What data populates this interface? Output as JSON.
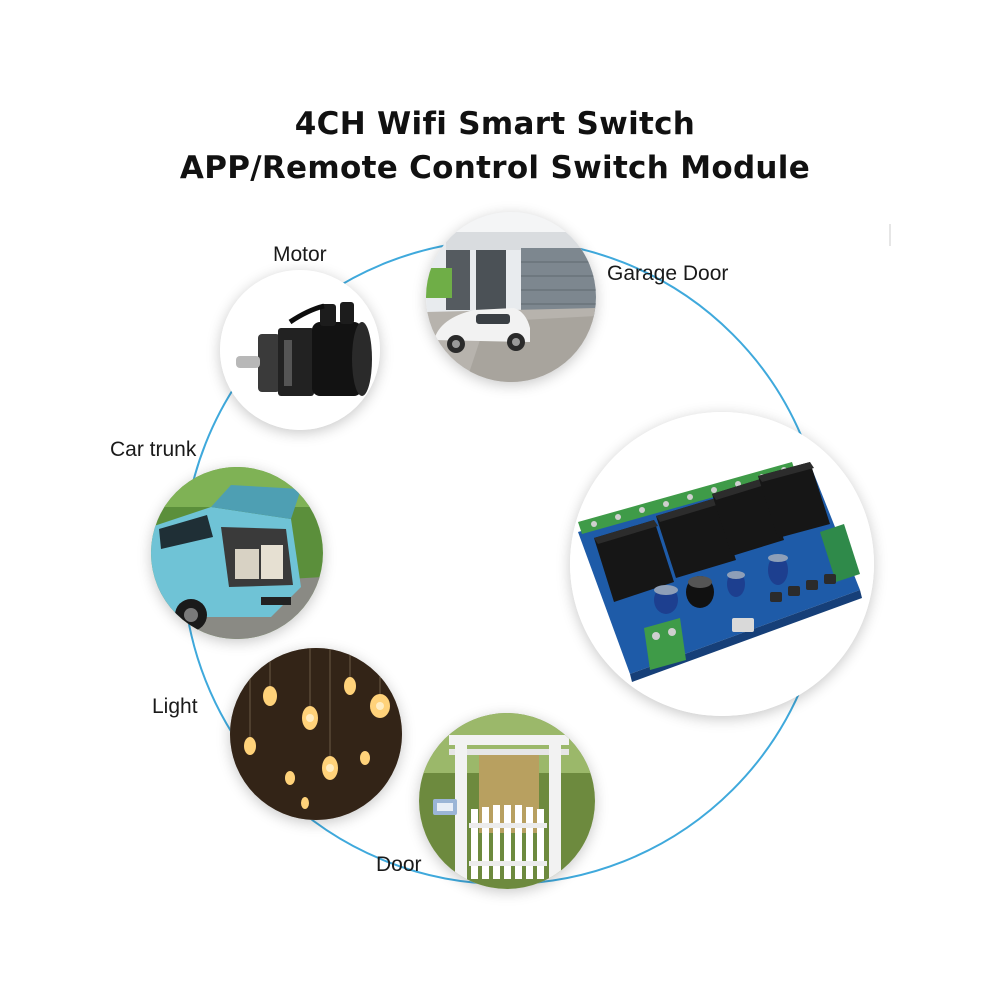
{
  "title": {
    "line1": "4CH Wifi Smart Switch",
    "line2": "APP/Remote Control Switch Module"
  },
  "labels": {
    "motor": "Motor",
    "garage_door": "Garage Door",
    "car_trunk": "Car trunk",
    "light": "Light",
    "door": "Door"
  },
  "colors": {
    "ring_line": "#3fa9dc",
    "pcb": "#1e5ba8",
    "relay": "#161616",
    "terminal": "#3f9b48",
    "car_body": "#6fc3d6"
  },
  "icons": {
    "motor": "servo-motor-icon",
    "garage_door": "garage-door-icon",
    "car_trunk": "car-trunk-icon",
    "light": "light-bulbs-icon",
    "door": "garden-gate-icon",
    "module": "relay-module-icon"
  }
}
